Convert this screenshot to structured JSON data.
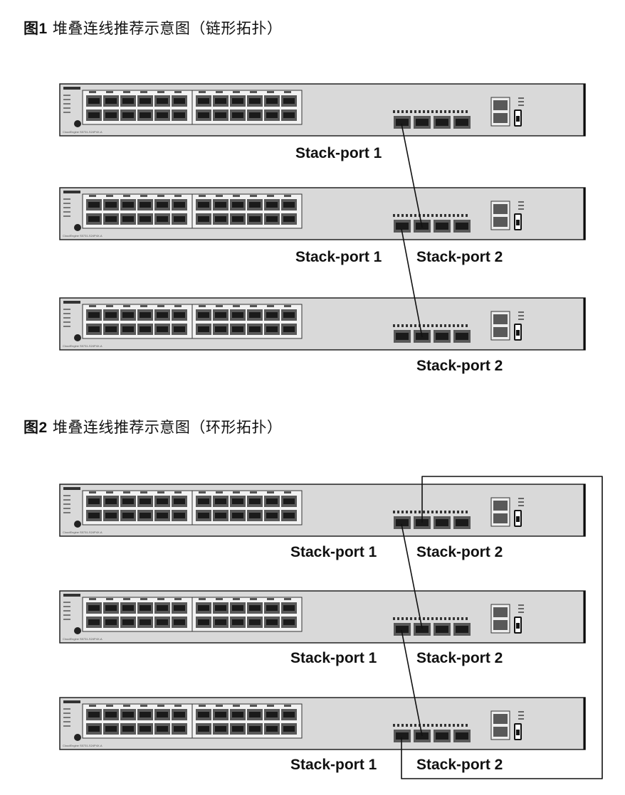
{
  "figures": [
    {
      "fig_label": "图1",
      "caption": "堆叠连线推荐示意图（链形拓扑）",
      "topology": "chain",
      "switches": [
        {
          "model_text": "CloudEngine S5731-S24P4X-A",
          "port_labels": [
            "Stack-port 1"
          ]
        },
        {
          "model_text": "CloudEngine S5731-S24P4X-A",
          "port_labels": [
            "Stack-port 1",
            "Stack-port 2"
          ]
        },
        {
          "model_text": "CloudEngine S5731-S24P4X-A",
          "port_labels": [
            "Stack-port 2"
          ]
        }
      ]
    },
    {
      "fig_label": "图2",
      "caption": "堆叠连线推荐示意图（环形拓扑）",
      "topology": "ring",
      "switches": [
        {
          "model_text": "CloudEngine S5731-S24P4X-A",
          "port_labels": [
            "Stack-port 1",
            "Stack-port 2"
          ]
        },
        {
          "model_text": "CloudEngine S5731-S24P4X-A",
          "port_labels": [
            "Stack-port 1",
            "Stack-port 2"
          ]
        },
        {
          "model_text": "CloudEngine S5731-S24P4X-A",
          "port_labels": [
            "Stack-port 1",
            "Stack-port 2"
          ]
        }
      ]
    }
  ],
  "colors": {
    "chassis": "#d9d9d9",
    "panel_border": "#222222",
    "port_block": "#595959",
    "port_hole": "#1a1a1a",
    "cable": "#111111"
  }
}
